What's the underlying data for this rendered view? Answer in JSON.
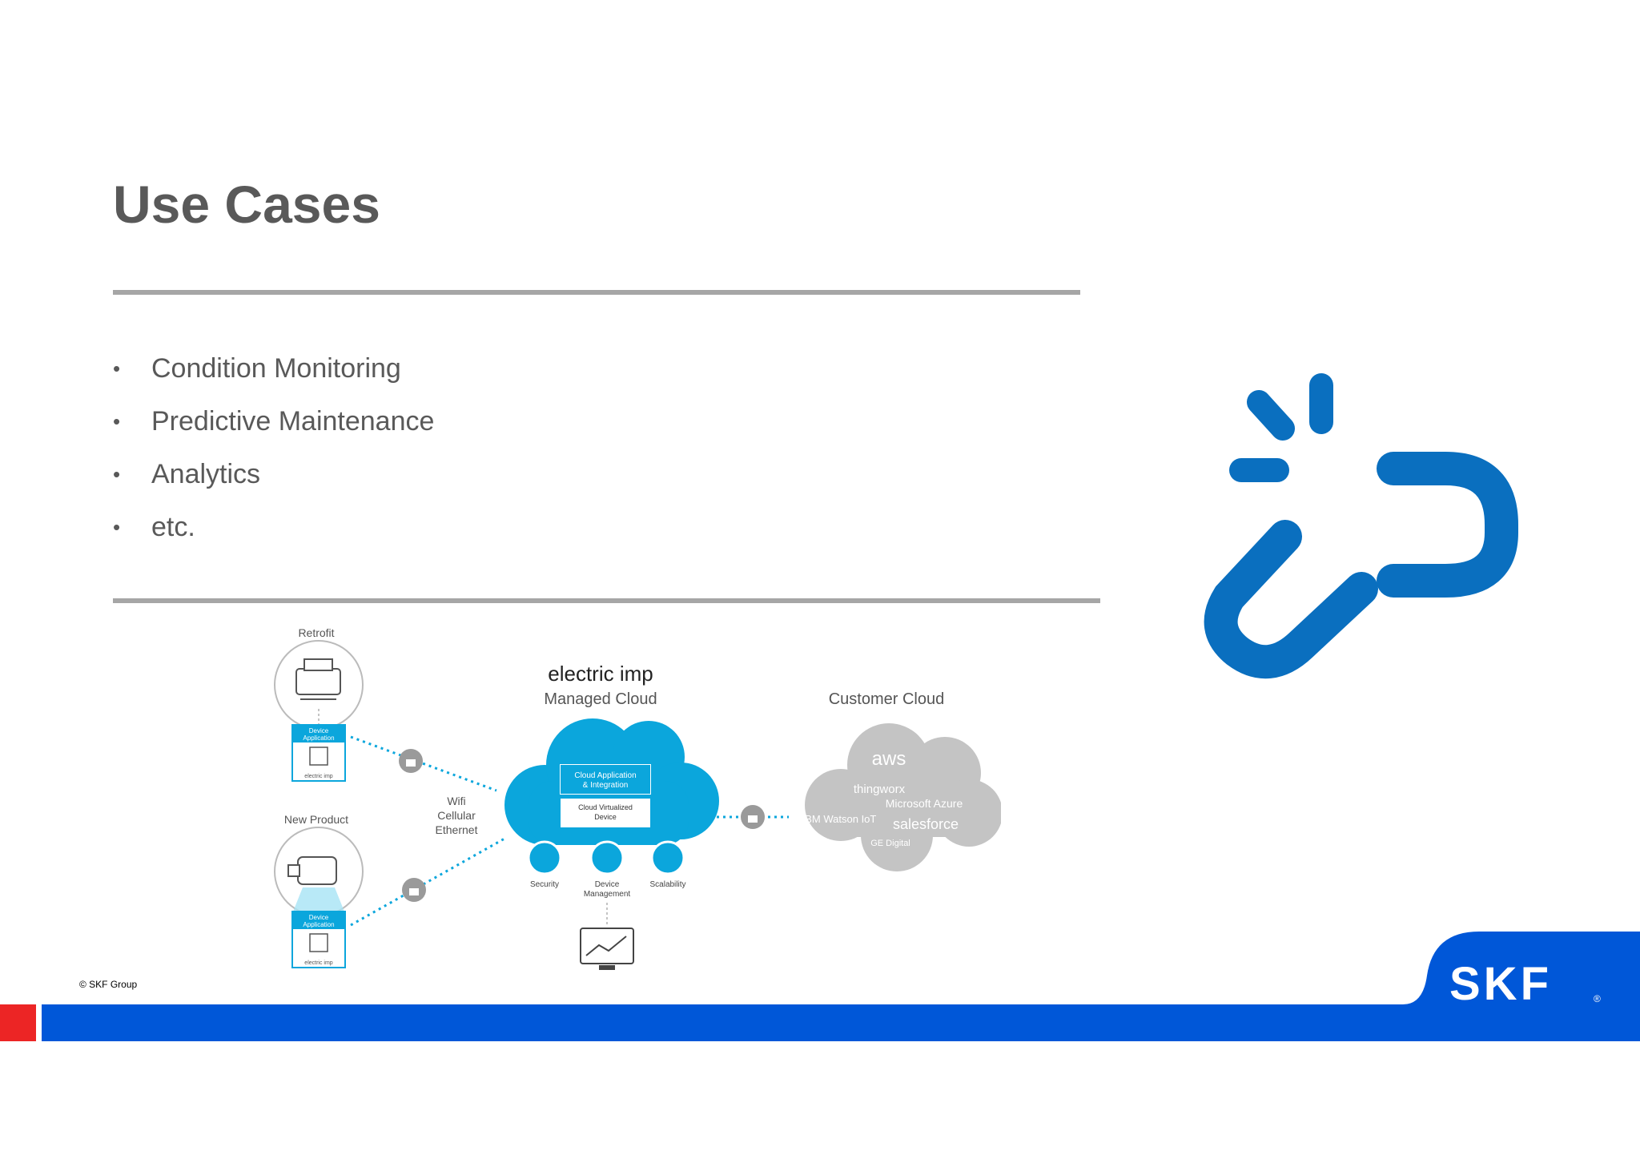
{
  "slide": {
    "title": "Use Cases",
    "bullets": [
      {
        "marker": "•",
        "text": "Condition Monitoring"
      },
      {
        "marker": "•",
        "text": "Predictive Maintenance"
      },
      {
        "marker": "•",
        "text": "Analytics"
      },
      {
        "marker": "•",
        "text": "etc."
      }
    ],
    "copyright": "© SKF Group"
  },
  "diagram": {
    "retrofit_label": "Retrofit",
    "new_product_label": "New Product",
    "device_app_line1": "Device",
    "device_app_line2": "Application",
    "device_chip_label": "electric imp",
    "connectivity": [
      "Wifi",
      "Cellular",
      "Ethernet"
    ],
    "brand_title": "electric imp",
    "managed_cloud_label": "Managed Cloud",
    "cloud_app_line1": "Cloud Application",
    "cloud_app_line2": "& Integration",
    "virtual_device_line1": "Cloud Virtualized",
    "virtual_device_line2": "Device",
    "features": [
      {
        "label": "Security",
        "icon": "lock-icon"
      },
      {
        "label": "Device",
        "label2": "Management",
        "icon": "sync-icon"
      },
      {
        "label": "Scalability",
        "icon": "bar-chart-icon"
      }
    ],
    "customer_cloud_label": "Customer Cloud",
    "customer_clouds": [
      "aws",
      "thingworx",
      "Microsoft Azure",
      "IBM Watson IoT",
      "salesforce",
      "GE Digital"
    ]
  },
  "brand": {
    "logo_text": "SKF",
    "registered_mark": "®",
    "link_icon": "broken-link-icon",
    "colors": {
      "blue": "#0057d8",
      "red": "#ec2525",
      "icon_blue": "#0a6fbf",
      "cloud_blue": "#0ba6dc",
      "rule_gray": "#a6a6a6"
    }
  }
}
